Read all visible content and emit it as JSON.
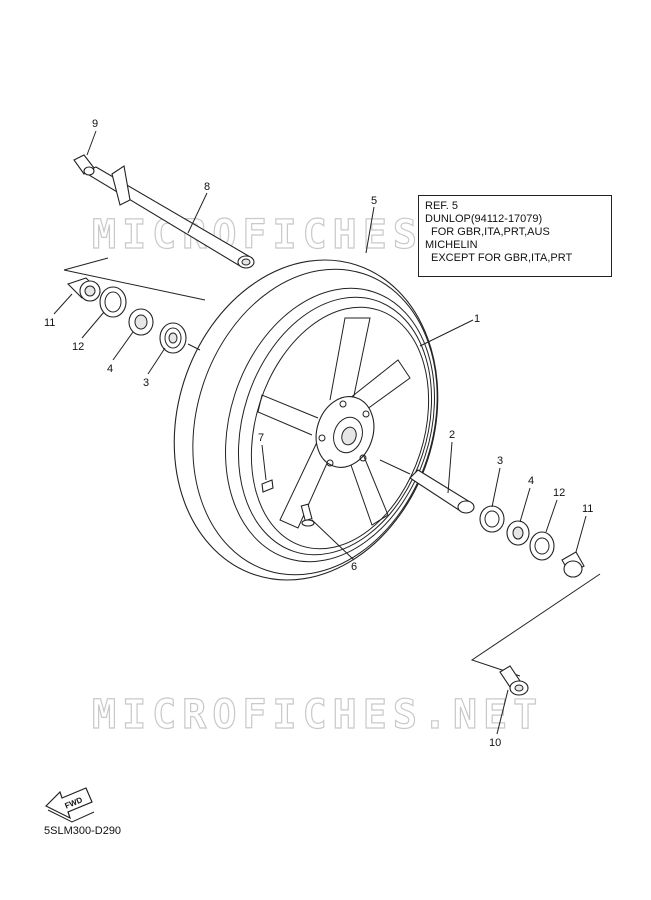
{
  "watermark": "MICROFICHES.NET",
  "ref_box": {
    "title": "REF. 5",
    "line1": "DUNLOP(94112-17079)",
    "line2": "FOR GBR,ITA,PRT,AUS",
    "line3": "MICHELIN",
    "line4": "EXCEPT FOR GBR,ITA,PRT"
  },
  "callouts": {
    "c1": "1",
    "c2": "2",
    "c3a": "3",
    "c3b": "3",
    "c4a": "4",
    "c4b": "4",
    "c5": "5",
    "c6": "6",
    "c7": "7",
    "c8": "8",
    "c9": "9",
    "c10": "10",
    "c11a": "11",
    "c11b": "11",
    "c12a": "12",
    "c12b": "12"
  },
  "fwd_label": "FWD",
  "diagram_code": "5SLM300-D290"
}
